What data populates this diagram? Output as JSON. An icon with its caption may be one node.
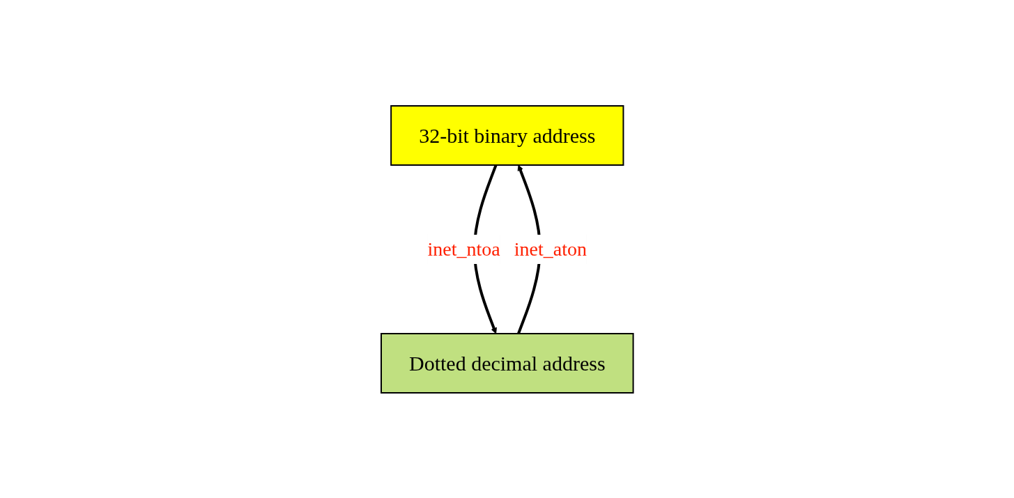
{
  "diagram": {
    "nodes": [
      {
        "text": [
          "32-bit binary address"
        ]
      },
      {
        "text": [
          "Dotted decimal address"
        ]
      }
    ],
    "edges": [
      {
        "from": 0,
        "to": 1,
        "arrow": "to",
        "label": "inet_ntoa"
      },
      {
        "from": 1,
        "to": 0,
        "arrow": "to",
        "label": "inet_aton"
      }
    ]
  }
}
